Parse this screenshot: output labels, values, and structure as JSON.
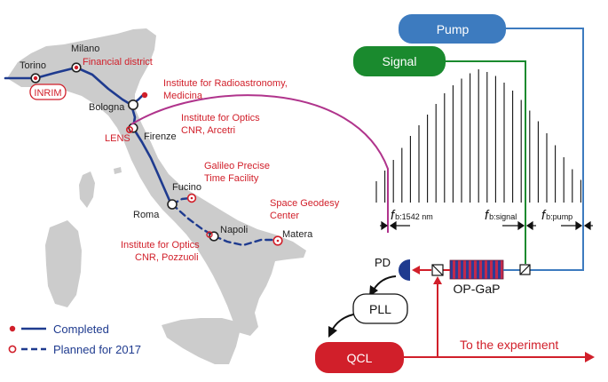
{
  "map": {
    "cities": {
      "torino": "Torino",
      "milano": "Milano",
      "bologna": "Bologna",
      "firenze": "Firenze",
      "roma": "Roma",
      "fucino": "Fucino",
      "napoli": "Napoli",
      "matera": "Matera"
    },
    "institutes": {
      "inrim": "INRIM",
      "financial": "Financial district",
      "medicina_line1": "Institute for Radioastronomy,",
      "medicina_line2": "Medicina",
      "arcetri_line1": "Institute for Optics",
      "arcetri_line2": "CNR, Arcetri",
      "lens": "LENS",
      "galileo_line1": "Galileo Precise",
      "galileo_line2": "Time Facility",
      "geodesy_line1": "Space Geodesy",
      "geodesy_line2": "Center",
      "pozzuoli_line1": "Institute for Optics",
      "pozzuoli_line2": "CNR, Pozzuoli"
    },
    "legend": {
      "completed": "Completed",
      "planned": "Planned for 2017"
    }
  },
  "setup": {
    "pump": "Pump",
    "signal": "Signal",
    "pd": "PD",
    "pll": "PLL",
    "crystal": "OP-GaP",
    "qcl": "QCL",
    "output": "To the experiment",
    "comb_teeth_rel_heights": [
      0.16,
      0.24,
      0.32,
      0.41,
      0.5,
      0.58,
      0.66,
      0.74,
      0.82,
      0.88,
      0.93,
      0.97,
      1.0,
      0.98,
      0.95,
      0.9,
      0.84,
      0.77,
      0.69,
      0.61,
      0.52,
      0.43,
      0.34,
      0.25,
      0.17
    ]
  },
  "labels": {
    "f": "f",
    "fb1542": "b:1542 nm",
    "fbsignal": "b:signal",
    "fbpump": "b:pump"
  },
  "colors": {
    "fiber": "#1f3b8f",
    "red": "#d11f2a",
    "pump": "#3d7bbf",
    "signal": "#1a8a2e",
    "magenta": "#b0348c",
    "land": "#cccccc"
  }
}
